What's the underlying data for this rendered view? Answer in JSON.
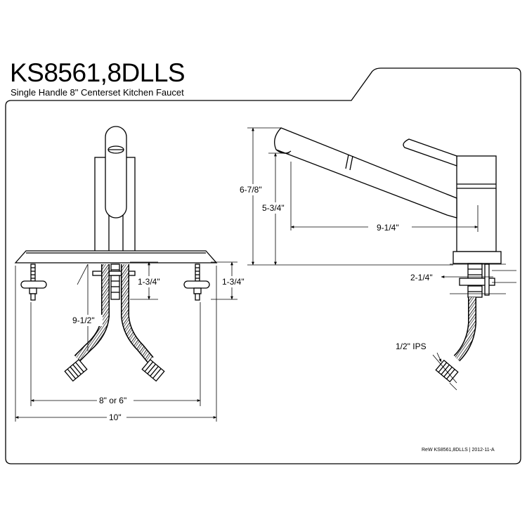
{
  "header": {
    "model": "KS8561,8DLLS",
    "subtitle": "Single Handle 8\" Centerset Kitchen Faucet"
  },
  "front_view": {
    "dim_shank_left": "1-3/4\"",
    "dim_shank_right": "1-3/4\"",
    "dim_hose_length": "9-1/2\"",
    "dim_centers": "8\" or 6\"",
    "dim_overall_width": "10\""
  },
  "side_view": {
    "dim_overall_height": "6-7/8\"",
    "dim_spout_height": "5-3/4\"",
    "dim_spout_reach": "9-1/4\"",
    "dim_shank": "2-1/4\"",
    "dim_connection": "1/2\" IPS"
  },
  "footer": {
    "revision": "ReW KS8561,8DLLS | 2012-11-A"
  }
}
